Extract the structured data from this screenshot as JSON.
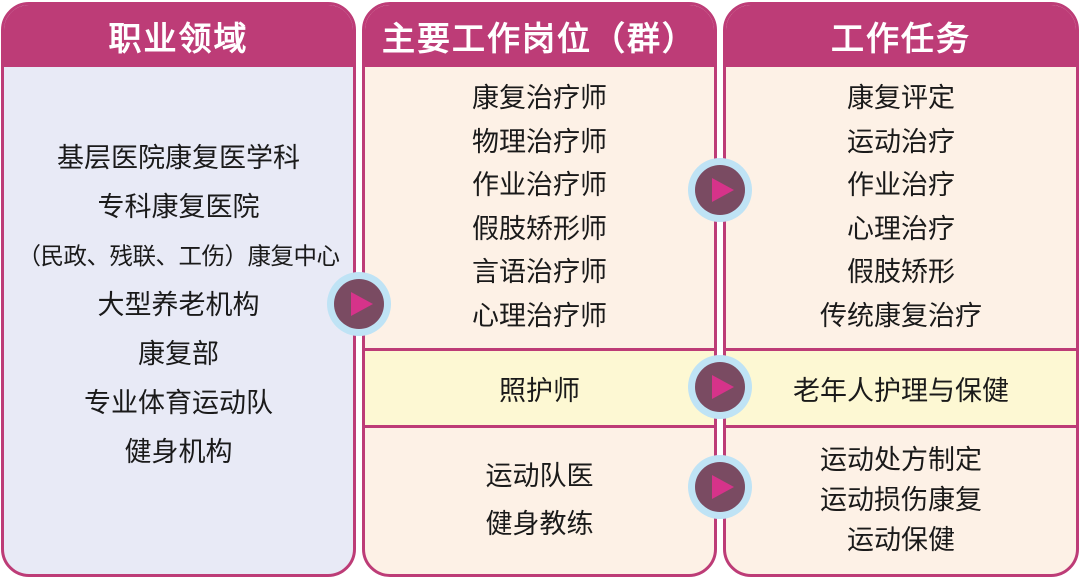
{
  "columns": {
    "field": {
      "title": "职业领域",
      "items": [
        "基层医院康复医学科",
        "专科康复医院",
        "（民政、残联、工伤）康复中心",
        "大型养老机构",
        "康复部",
        "专业体育运动队",
        "健身机构"
      ]
    },
    "positions": {
      "title": "主要工作岗位（群）",
      "groups": [
        [
          "康复治疗师",
          "物理治疗师",
          "作业治疗师",
          "假肢矫形师",
          "言语治疗师",
          "心理治疗师"
        ],
        [
          "照护师"
        ],
        [
          "运动队医",
          "健身教练"
        ]
      ]
    },
    "tasks": {
      "title": "工作任务",
      "groups": [
        [
          "康复评定",
          "运动治疗",
          "作业治疗",
          "心理治疗",
          "假肢矫形",
          "传统康复治疗"
        ],
        [
          "老年人护理与保健"
        ],
        [
          "运动处方制定",
          "运动损伤康复",
          "运动保健"
        ]
      ]
    }
  },
  "colors": {
    "header": "#bd3c77",
    "field_bg": "#e8eaf6",
    "positions_bg": "#fdf1e6",
    "highlight_bg": "#fdf8d3",
    "arrow_ring": "#bfe3f5",
    "arrow_disc": "#7a4b62",
    "arrow_triangle": "#d6338a"
  },
  "icons": [
    "play-arrow-icon"
  ]
}
